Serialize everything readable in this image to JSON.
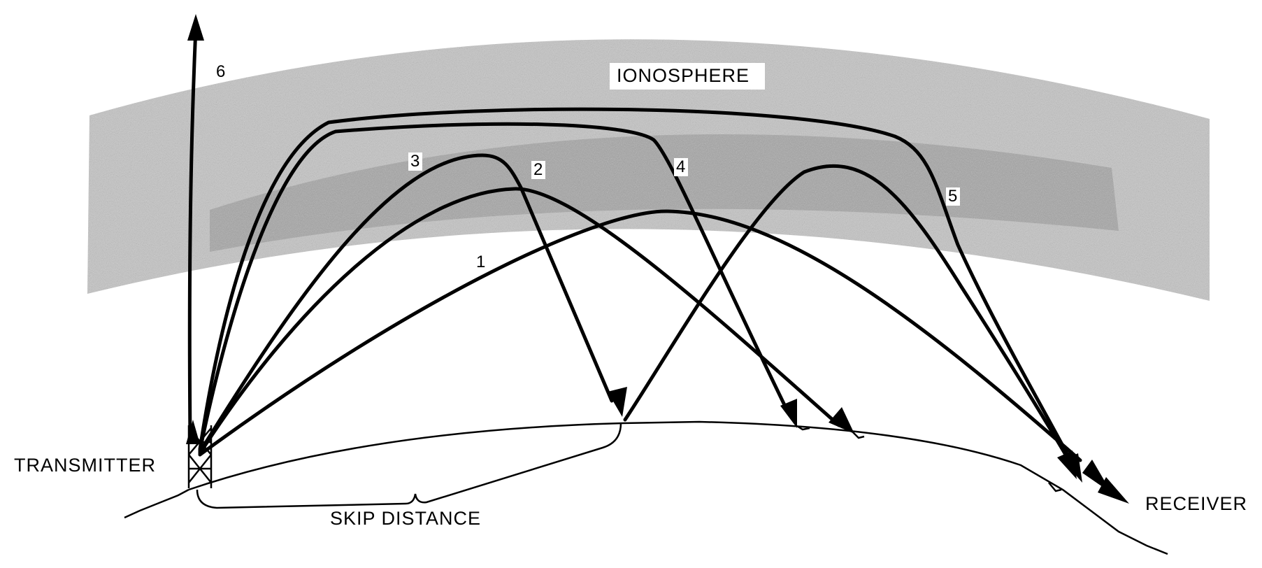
{
  "labels": {
    "ionosphere": "IONOSPHERE",
    "transmitter": "TRANSMITTER",
    "receiver": "RECEIVER",
    "skip_distance": "SKIP DISTANCE"
  },
  "paths": [
    {
      "id": "1",
      "label": "1"
    },
    {
      "id": "2",
      "label": "2"
    },
    {
      "id": "3",
      "label": "3"
    },
    {
      "id": "4",
      "label": "4"
    },
    {
      "id": "5",
      "label": "5"
    },
    {
      "id": "6",
      "label": "6"
    }
  ],
  "colors": {
    "ink": "#000000",
    "background": "#ffffff",
    "ionosphere_light": "#bdbdbd",
    "ionosphere_dark": "#8a8a8a"
  }
}
